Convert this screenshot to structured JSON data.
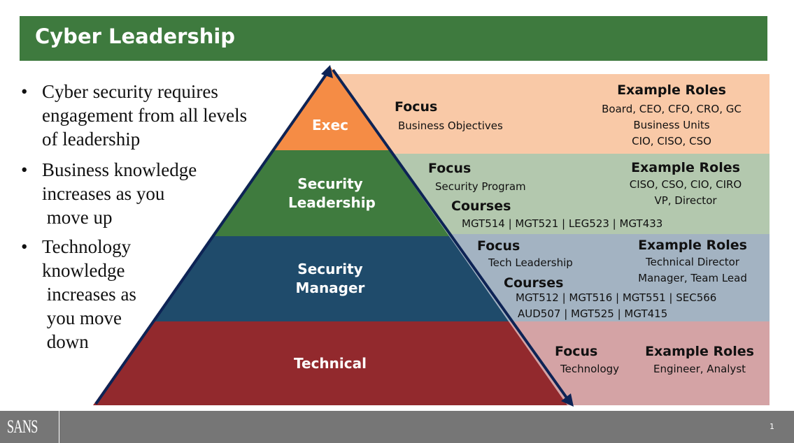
{
  "title": "Cyber Leadership",
  "bullets": [
    "Cyber security requires\nengagement from all levels\nof leadership",
    "Business knowledge\nincreases as you\n move up",
    "Technology\nknowledge\n increases as\n you move\n down"
  ],
  "levels": [
    {
      "name": "Exec",
      "focus_label": "Focus",
      "focus": "Business Objectives",
      "roles_label": "Example Roles",
      "roles": [
        "Board, CEO, CFO, CRO, GC",
        "Business Units",
        "CIO, CISO, CSO"
      ]
    },
    {
      "name": "Security Leadership",
      "focus_label": "Focus",
      "focus": "Security Program",
      "roles_label": "Example Roles",
      "roles": [
        "CISO, CSO, CIO, CIRO",
        "VP, Director"
      ],
      "courses_label": "Courses",
      "courses": [
        "MGT514 | MGT521 | LEG523 | MGT433"
      ]
    },
    {
      "name": "Security Manager",
      "focus_label": "Focus",
      "focus": "Tech Leadership",
      "roles_label": "Example Roles",
      "roles": [
        "Technical Director",
        "Manager, Team Lead"
      ],
      "courses_label": "Courses",
      "courses": [
        "MGT512 | MGT516 | MGT551 | SEC566",
        "AUD507 | MGT525 | MGT415"
      ]
    },
    {
      "name": "Technical",
      "focus_label": "Focus",
      "focus": "Technology",
      "roles_label": "Example Roles",
      "roles": [
        "Engineer, Analyst"
      ]
    }
  ],
  "footer": {
    "logo": "SANS",
    "page": "1"
  },
  "colors": {
    "header": "#3e7a3e",
    "exec": "#f58c45",
    "leadership": "#3f7b3e",
    "manager": "#1f4b6b",
    "technical": "#92292d"
  }
}
